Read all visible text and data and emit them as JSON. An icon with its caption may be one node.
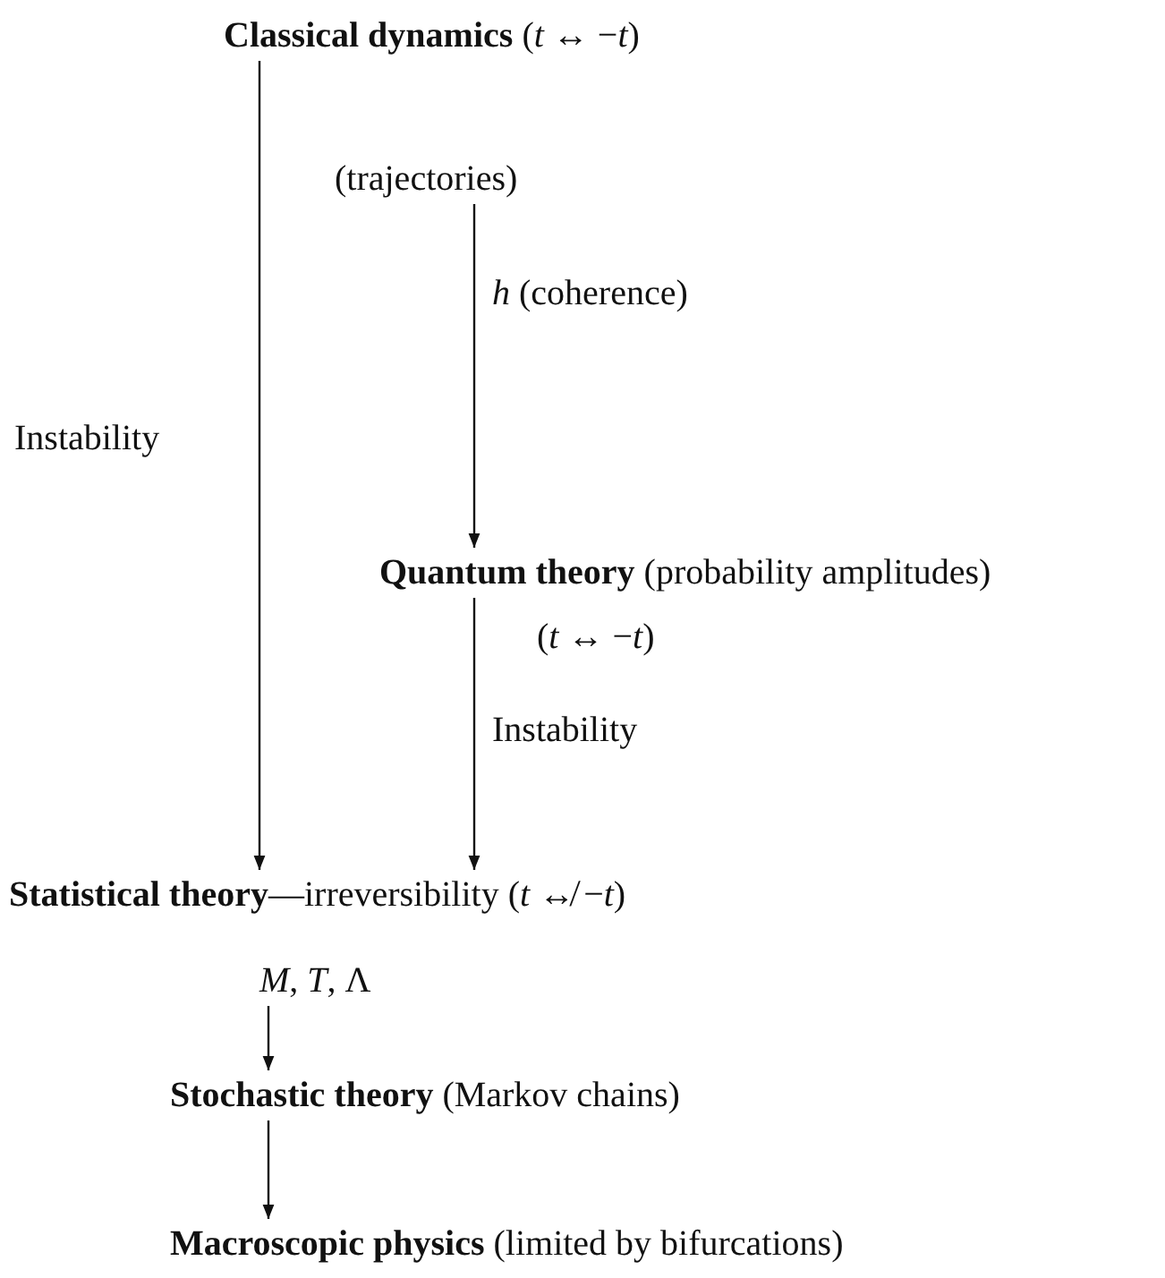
{
  "diagram": {
    "nodes": [
      {
        "text": [
          "**Classical dynamics** (*t* ↔ −*t*)",
          "(trajectories)"
        ]
      },
      {
        "text": [
          "**Quantum theory** (probability amplitudes)",
          "(*t* ↔ −*t*)"
        ]
      },
      {
        "text": [
          "**Statistical theory**—irreversibility (*t* ↮ −*t*)"
        ]
      },
      {
        "text": [
          "*M*, *T*, Λ"
        ]
      },
      {
        "text": [
          "**Stochastic theory** (Markov chains)"
        ]
      },
      {
        "text": [
          "**Macroscopic physics** (limited by bifurcations)"
        ]
      }
    ],
    "edges": [
      {
        "from": 0,
        "to": 1,
        "arrow": "to",
        "label": "*h* (coherence)"
      },
      {
        "from": 0,
        "to": 2,
        "arrow": "to",
        "label": "Instability"
      },
      {
        "from": 1,
        "to": 2,
        "arrow": "to",
        "label": "Instability"
      },
      {
        "from": 3,
        "to": 4,
        "arrow": "to"
      },
      {
        "from": 4,
        "to": 5,
        "arrow": "to"
      }
    ]
  }
}
